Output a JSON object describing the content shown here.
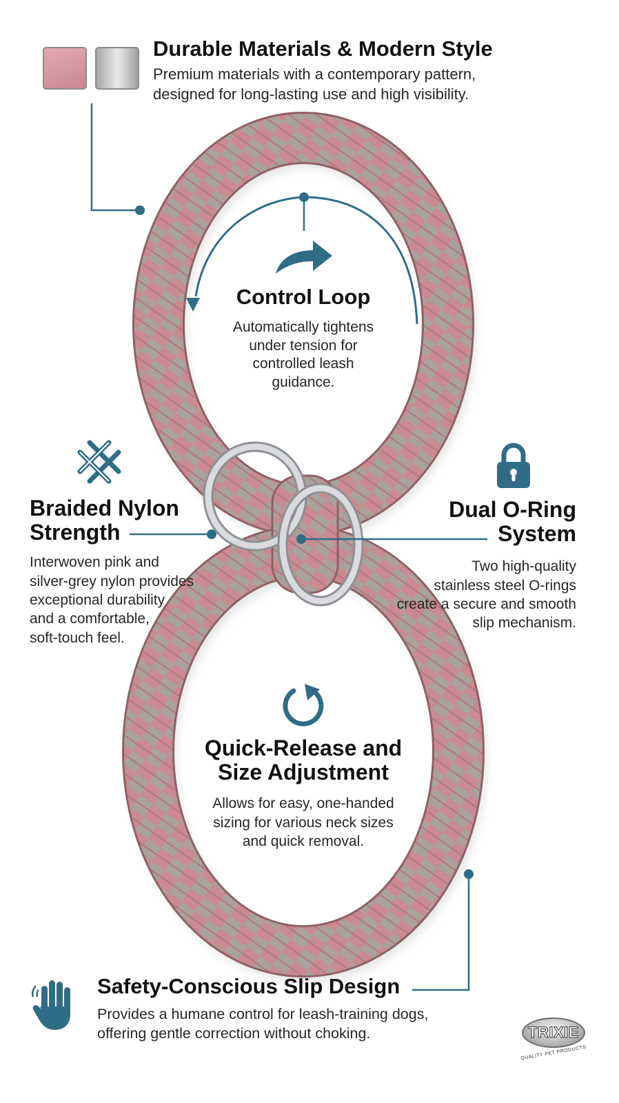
{
  "colors": {
    "accent": "#2f6d87",
    "rope_pink": "#c9898f",
    "rope_grey": "#a39d98",
    "ring_silver": "#b9bcc0",
    "swatch_pink": "#d69aa2",
    "swatch_silver": "#b4b4b4"
  },
  "materials": {
    "title": "Durable Materials & Modern Style",
    "desc_line1": "Premium materials with a contemporary pattern,",
    "desc_line2": "designed for long-lasting use and high visibility."
  },
  "control_loop": {
    "title": "Control Loop",
    "desc_line1": "Automatically tightens",
    "desc_line2": "under tension for",
    "desc_line3": "controlled leash",
    "desc_line4": "guidance."
  },
  "braided": {
    "title_line1": "Braided Nylon",
    "title_line2": "Strength",
    "desc_line1": "Interwoven pink and",
    "desc_line2": "silver-grey nylon provides",
    "desc_line3": "exceptional durability",
    "desc_line4": "and a comfortable,",
    "desc_line5": "soft-touch feel."
  },
  "oring": {
    "title_line1": "Dual O-Ring",
    "title_line2": "System",
    "desc_line1": "Two high-quality",
    "desc_line2": "stainless steel O-rings",
    "desc_line3": "create a secure and smooth",
    "desc_line4": "slip mechanism."
  },
  "release": {
    "title_line1": "Quick-Release and",
    "title_line2": "Size Adjustment",
    "desc_line1": "Allows for easy, one-handed",
    "desc_line2": "sizing for various neck sizes",
    "desc_line3": "and quick removal."
  },
  "safety": {
    "title": "Safety-Conscious Slip Design",
    "desc_line1": "Provides a humane control for leash-training dogs,",
    "desc_line2": "offering gentle correction without choking."
  },
  "brand": {
    "name": "TRIXIE",
    "tagline": "QUALITY PET PRODUCTS"
  },
  "icons": {
    "control": "curved-arrow-icon",
    "braided": "weave-icon",
    "oring": "lock-icon",
    "release": "refresh-icon",
    "safety": "hand-icon"
  }
}
